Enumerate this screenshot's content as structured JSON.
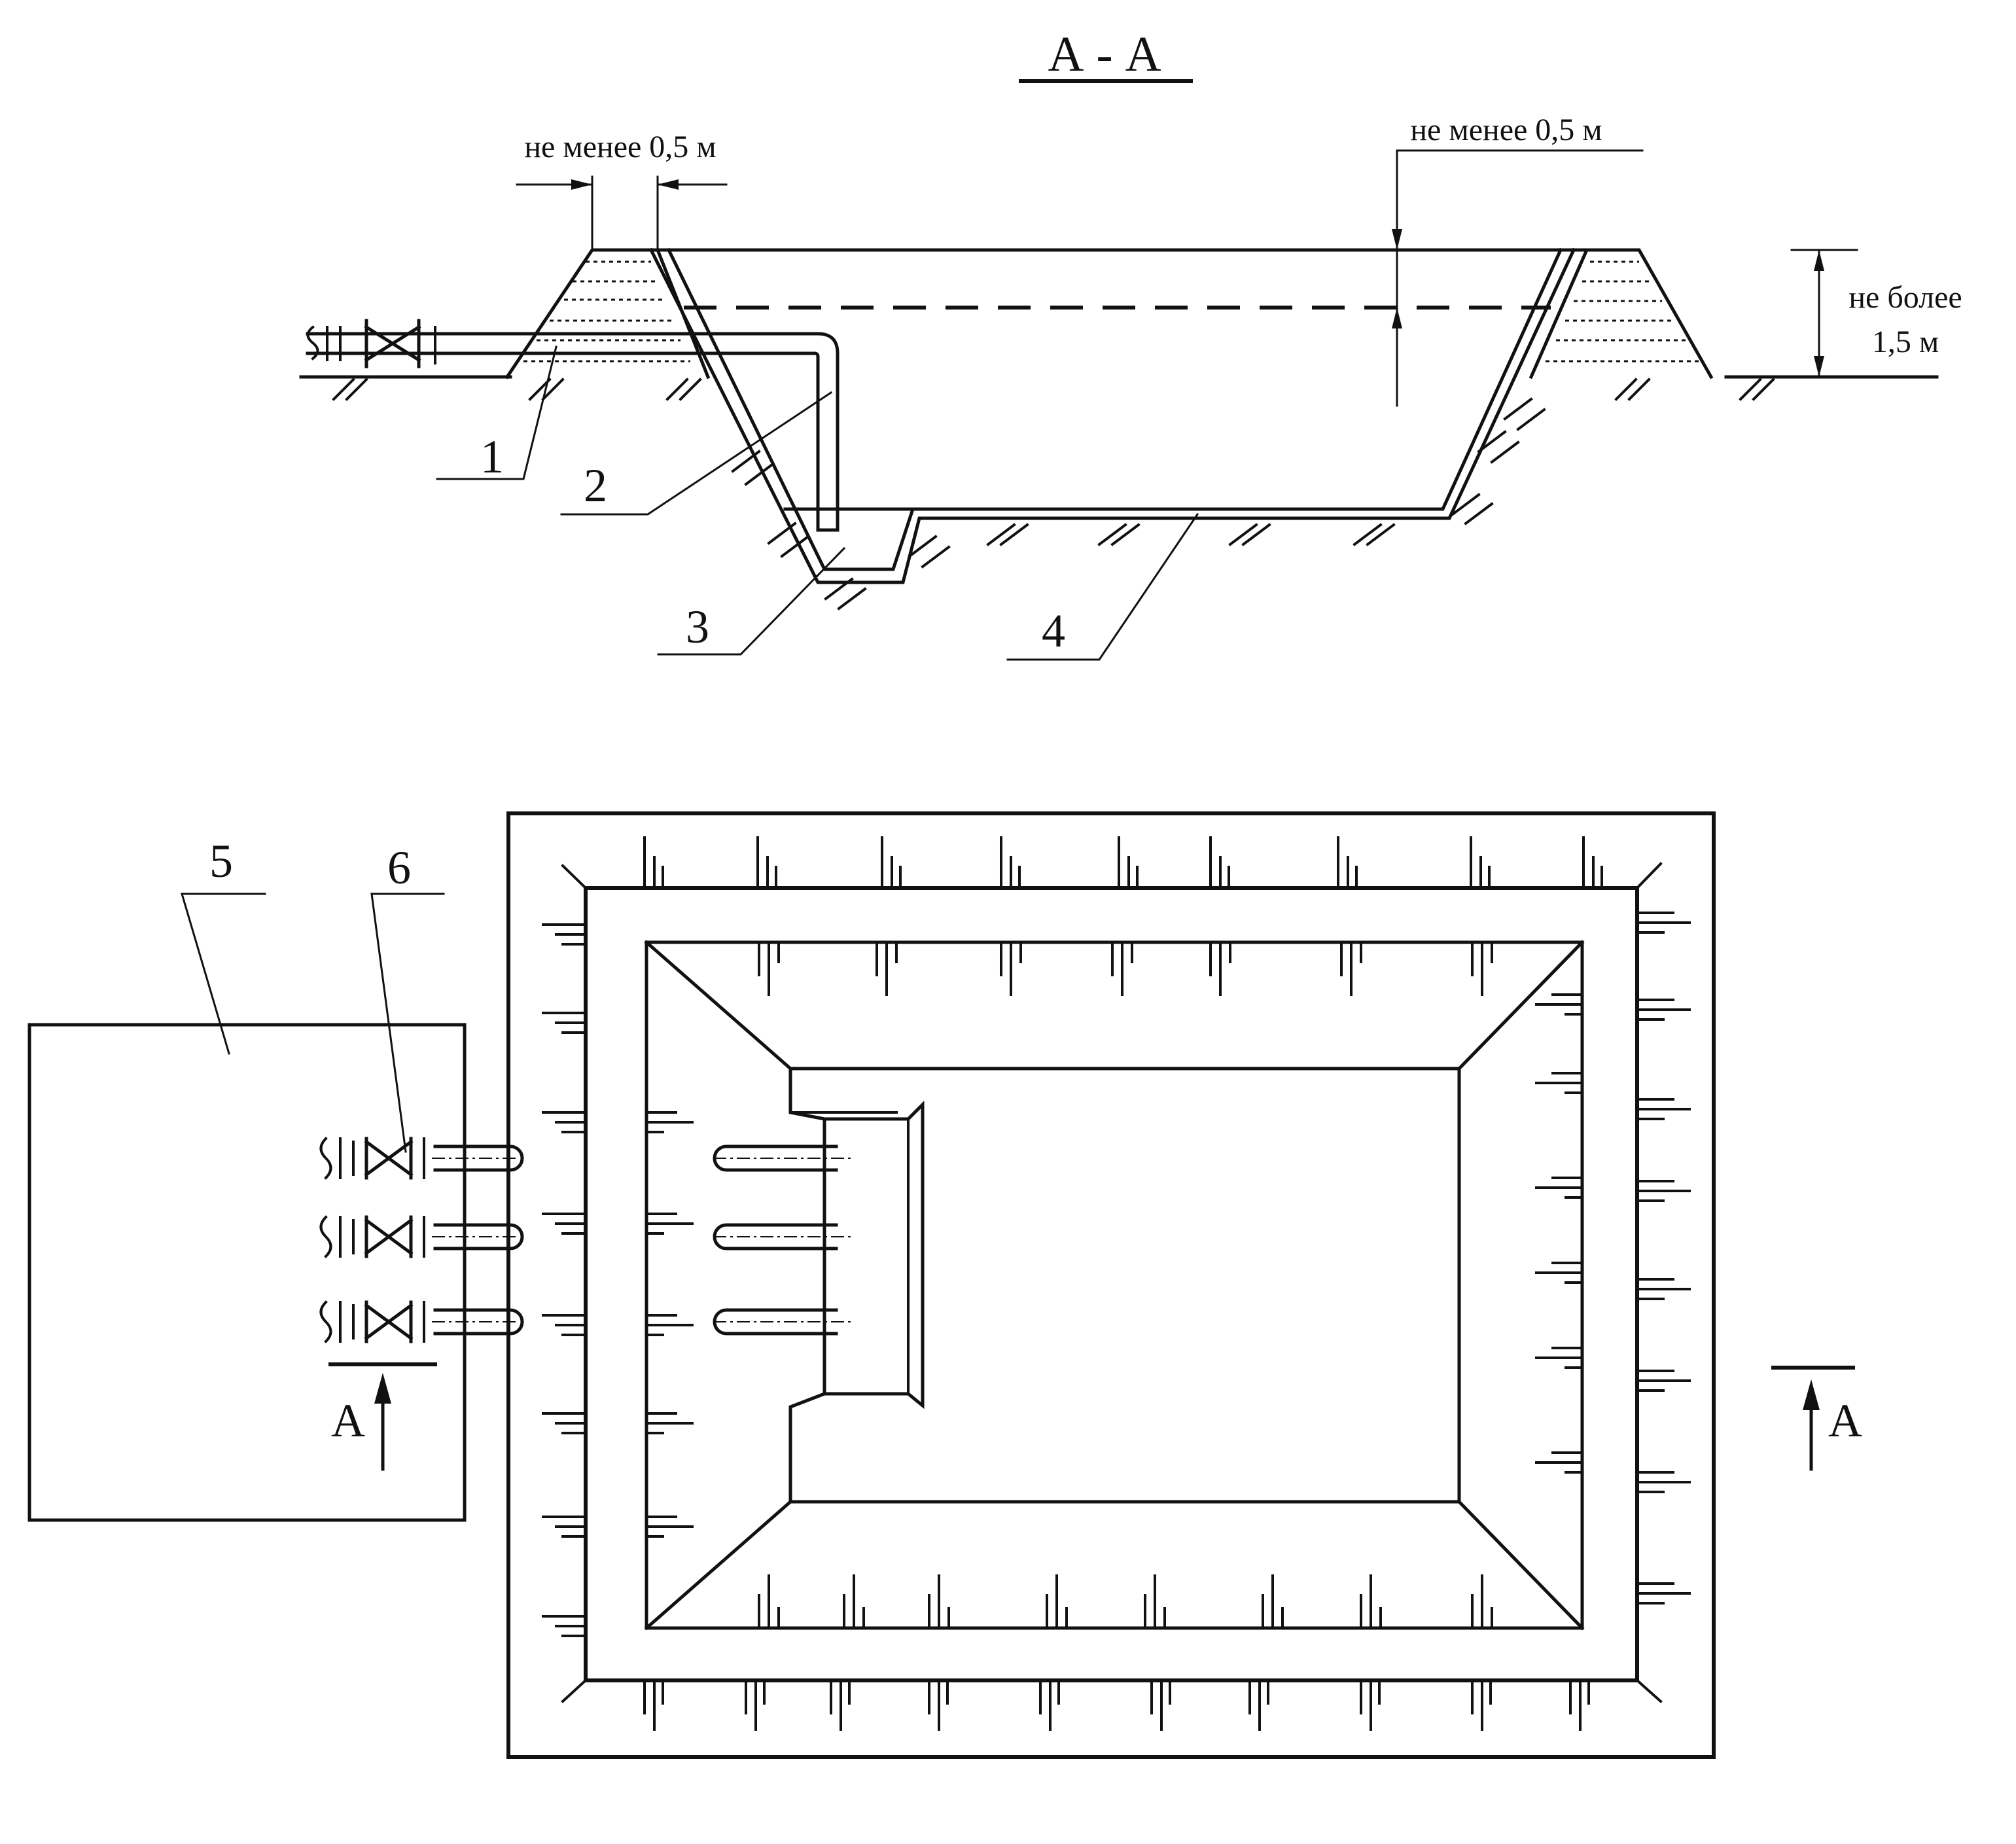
{
  "section": {
    "title": "А - А",
    "dim_berm_width": "не менее  0,5 м",
    "dim_freeboard": "не менее  0,5 м",
    "dim_height_line1": "не более",
    "dim_height_line2": "1,5 м"
  },
  "callouts": {
    "c1": "1",
    "c2": "2",
    "c3": "3",
    "c4": "4",
    "c5": "5",
    "c6": "6"
  },
  "section_marks": {
    "left": "А",
    "right": "А"
  }
}
